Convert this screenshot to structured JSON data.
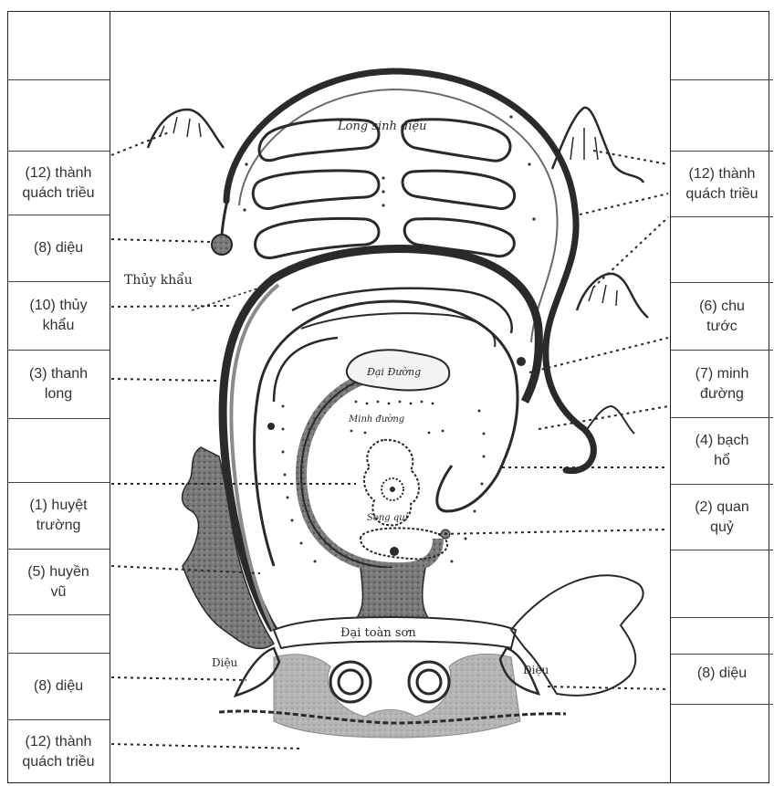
{
  "left_labels": [
    "(12) thành\nquách triều",
    "(8) diệu",
    "(10) thủy\nkhẩu",
    "(3) thanh\nlong",
    "(1) huyệt\ntrường",
    "(5) huyền\nvũ",
    "(8) diệu",
    "(12) thành\nquách triều"
  ],
  "right_labels": [
    "(12) thành\nquách triều",
    "(6) chu\ntước",
    "(7) minh\nđường",
    "(4) bạch\nhổ",
    "(2) quan\nquỷ",
    "(8) diệu"
  ],
  "map_labels": {
    "long_sinh_dieu": "Long sinh diệu",
    "thuy_khau": "Thủy khẩu",
    "dai_duong": "Đại Đường",
    "minh_duong": "Minh đường",
    "song_qui": "Song quỉ",
    "dai_toan_son": "Đại toàn sơn",
    "dieu_left": "Diệu",
    "dieu_right": "Diệu"
  },
  "colors": {
    "ink": "#2a2a2a",
    "grey": "#6a6a6a",
    "paper": "#ffffff"
  }
}
